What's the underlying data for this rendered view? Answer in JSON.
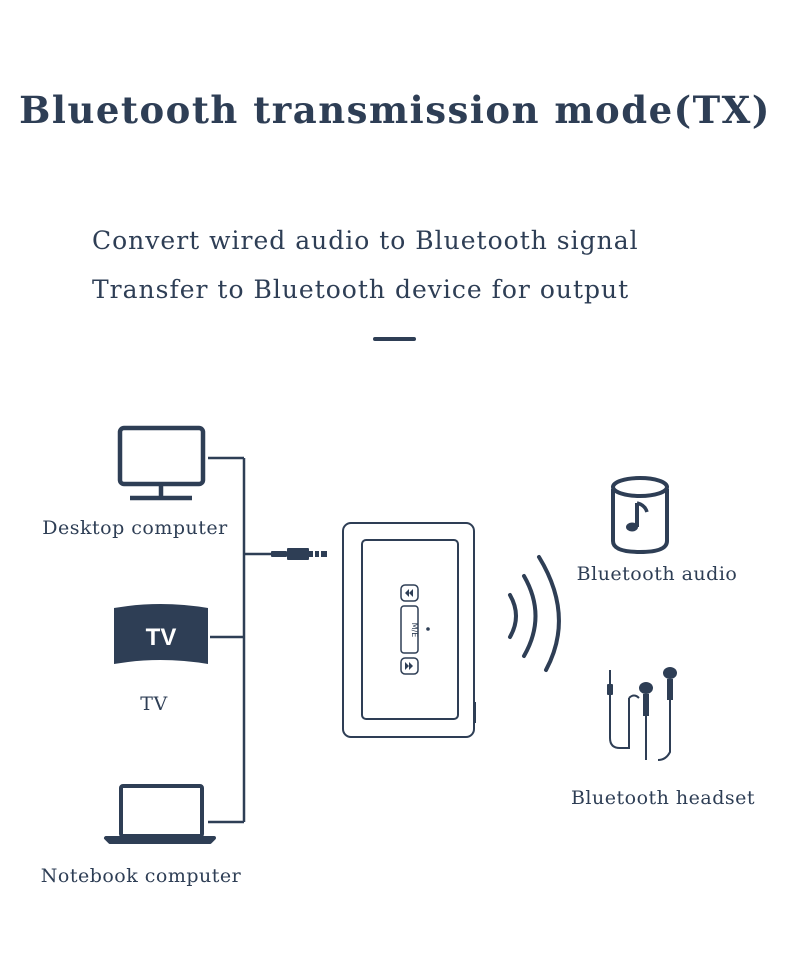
{
  "title": "Bluetooth transmission mode(TX)",
  "subtitle_lines": [
    "Convert wired audio to Bluetooth signal",
    "Transfer to Bluetooth device for output"
  ],
  "devices": {
    "desktop": "Desktop computer",
    "tv": "TV",
    "tv_screen_text": "TV",
    "notebook": "Notebook computer",
    "speaker": "Bluetooth audio",
    "headset": "Bluetooth headset"
  },
  "transmitter": {
    "mode_button_label": "M/E"
  },
  "colors": {
    "primary": "#2e3e55",
    "background": "#ffffff"
  }
}
